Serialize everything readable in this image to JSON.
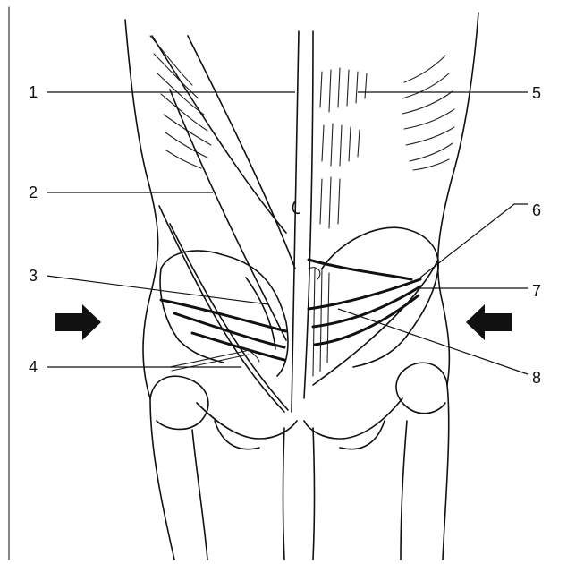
{
  "labels": {
    "l1": "1",
    "l2": "2",
    "l3": "3",
    "l4": "4",
    "l5": "5",
    "l6": "6",
    "l7": "7",
    "l8": "8"
  },
  "arrows": {
    "left": "arrow-right-icon",
    "right": "arrow-left-icon"
  },
  "colors": {
    "ink": "#111111",
    "background": "#ffffff"
  }
}
